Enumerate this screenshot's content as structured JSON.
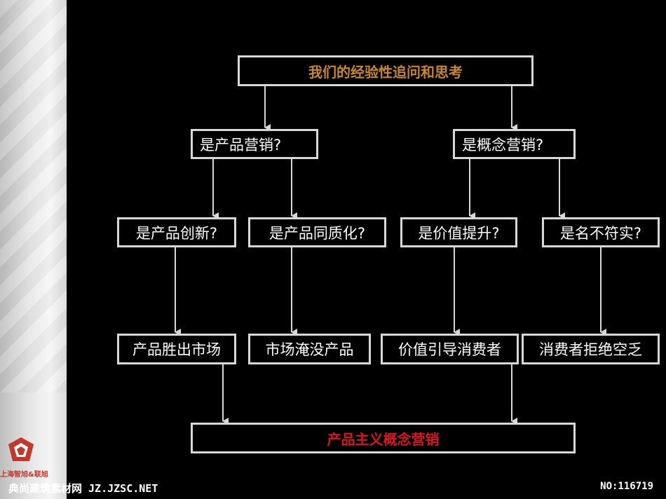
{
  "diagram": {
    "root": "我们的经验性追问和思考",
    "branches": [
      "是产品营销?",
      "是概念营销?"
    ],
    "questions": [
      "是产品创新?",
      "是产品同质化?",
      "是价值提升?",
      "是名不符实?"
    ],
    "outcomes": [
      "产品胜出市场",
      "市场淹没产品",
      "价值引导消费者",
      "消费者拒绝空乏"
    ],
    "conclusion": "产品主义概念营销"
  },
  "branding": {
    "logo_text": "上海智旭&联旭",
    "watermark": "典尚建筑素材网 JZ.JZSC.NET",
    "id_label": "NO:116719"
  },
  "colors": {
    "title": "#c8862a",
    "conclusion": "#d6171f",
    "border": "#d8d8d8",
    "logo": "#c0392b"
  }
}
